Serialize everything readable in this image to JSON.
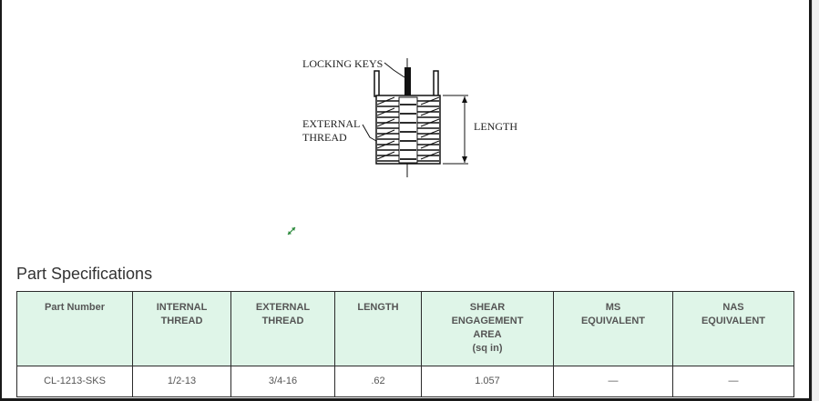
{
  "diagram": {
    "labels": {
      "locking_keys": "LOCKING KEYS",
      "external_line1": "EXTERNAL",
      "external_line2": "THREAD",
      "length": "LENGTH"
    }
  },
  "section": {
    "title": "Part Specifications"
  },
  "table": {
    "headers": [
      [
        "Part Number"
      ],
      [
        "INTERNAL",
        "THREAD"
      ],
      [
        "EXTERNAL",
        "THREAD"
      ],
      [
        "LENGTH"
      ],
      [
        "SHEAR",
        "ENGAGEMENT",
        "AREA",
        "(sq in)"
      ],
      [
        "MS",
        "EQUIVALENT"
      ],
      [
        "NAS",
        "EQUIVALENT"
      ]
    ],
    "rows": [
      [
        "CL-1213-SKS",
        "1/2-13",
        "3/4-16",
        ".62",
        "1.057",
        "—",
        "—"
      ]
    ]
  },
  "colors": {
    "header_bg": "#dff5e8",
    "border": "#2b2b2b",
    "resize_icon": "#2e8b3e"
  }
}
